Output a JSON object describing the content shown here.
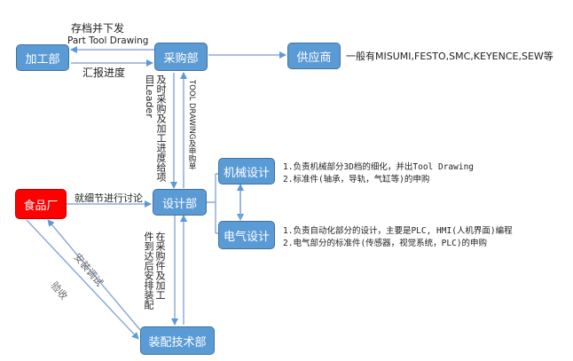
{
  "nodes": {
    "jiagongbu": "加工部",
    "caigoubu": "采购部",
    "gongyingshang": "供应商",
    "jixie": "机械设计",
    "sheji": "设计部",
    "dianqi": "电气设计",
    "shipinchang": "食品厂",
    "zhuangpei": "装配技术部"
  },
  "labels": {
    "cundang": "存档并下发",
    "part_tool": "Part Tool Drawing",
    "huibao": "汇报进度",
    "supplier_note": "一般有MISUMI,FESTO,SMC,KEYENCE,SEW等",
    "feedback_v1": "及时采购及加工进度给项",
    "feedback_v2": "目Leader",
    "tool_drawing": "TOOL DRAWING及申购单",
    "mech_1": "1.负责机械部分3D档的细化，并出Tool Drawing",
    "mech_2": "2.标准件(轴承，导轨，气缸等)的申购",
    "elec_1": "1.负责自动化部分的设计，主要是PLC, HMI(人机界面)编程",
    "elec_2": "2.电气部分的标准件(传感器，视觉系统，PLC)的申购",
    "discuss": "就细节进行讨论",
    "assembly_v1": "在采购件及加工",
    "assembly_v2": "件到达后安排装配",
    "install": "安装调试",
    "accept": "验收"
  },
  "colors": {
    "node_blue": "#5b9bd5",
    "node_red": "#ff0000",
    "line": "#8faadc"
  }
}
